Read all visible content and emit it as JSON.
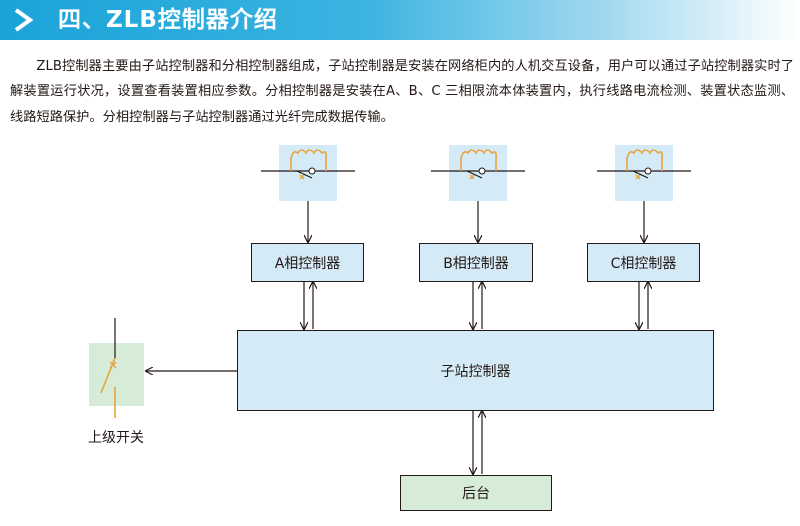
{
  "header": {
    "title": "四、ZLB控制器介绍",
    "bullet_icon": "chevron-right-icon"
  },
  "intro": {
    "text": "ZLB控制器主要由子站控制器和分相控制器组成，子站控制器是安装在网络柜内的人机交互设备，用户可以通过子站控制器实时了解装置运行状况，设置查看装置相应参数。分相控制器是安装在A、B、C 三相限流本体装置内，执行线路电流检测、装置状态监测、线路短路保护。分相控制器与子站控制器通过光纤完成数据传输。"
  },
  "diagram": {
    "phase_controllers": [
      {
        "label": "A相控制器"
      },
      {
        "label": "B相控制器"
      },
      {
        "label": "C相控制器"
      }
    ],
    "substation_controller": "子站控制器",
    "backend": "后台",
    "upper_switch": "上级开关",
    "icons": {
      "phase_device": "inductor-switch-icon",
      "upper_switch": "switch-icon"
    },
    "colors": {
      "controller_fill": "#d4eaf7",
      "backend_fill": "#d7ecd8",
      "symbol_orange": "#e8a33a",
      "banner_blue": "#1aa3d8"
    }
  }
}
